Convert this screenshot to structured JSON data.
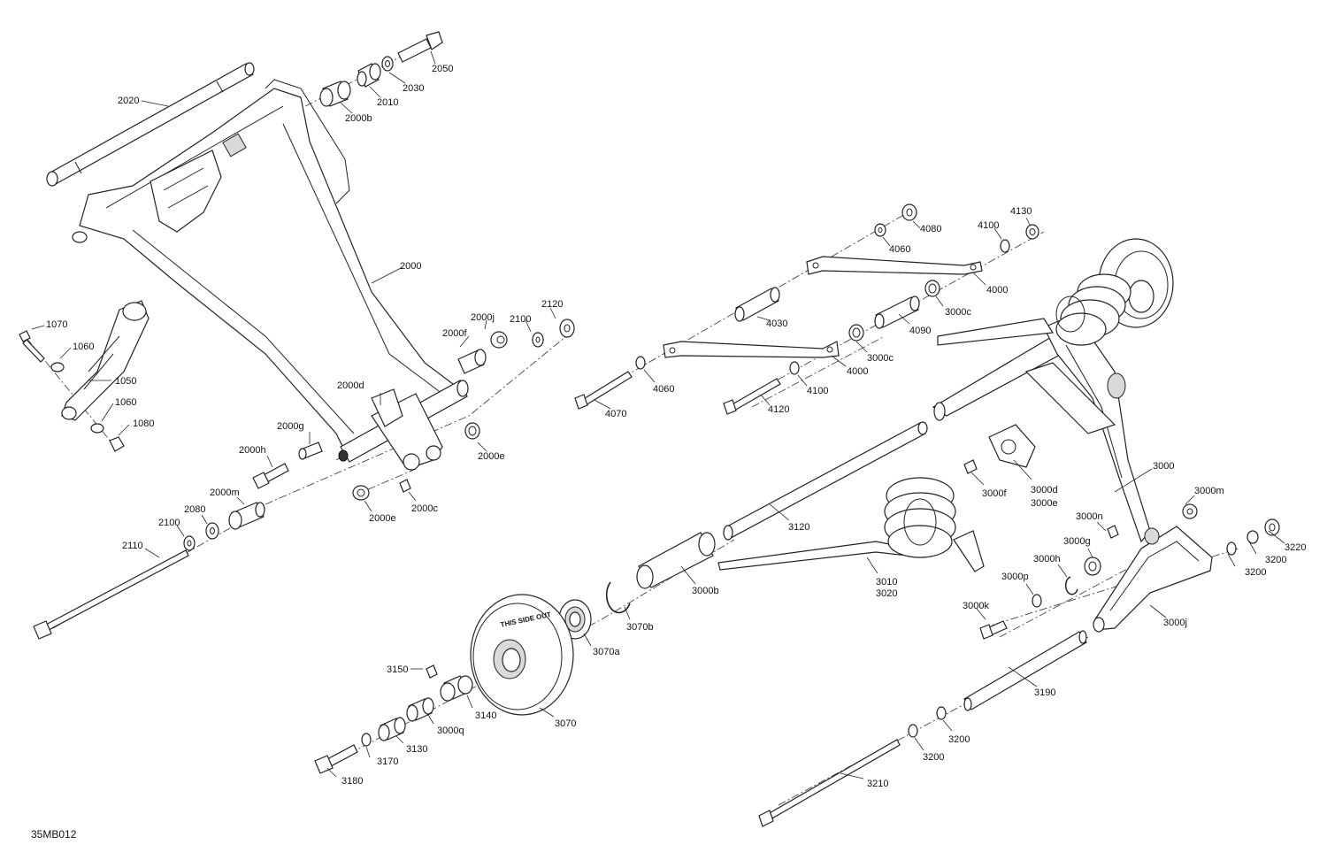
{
  "figure_id": "35MB012",
  "label_decal": "THIS SIDE OUT",
  "parts": [
    {
      "id": "p2050",
      "text": "2050"
    },
    {
      "id": "p2030",
      "text": "2030"
    },
    {
      "id": "p2010",
      "text": "2010"
    },
    {
      "id": "p2000b",
      "text": "2000b"
    },
    {
      "id": "p2020",
      "text": "2020"
    },
    {
      "id": "p2000",
      "text": "2000"
    },
    {
      "id": "p2000j",
      "text": "2000j"
    },
    {
      "id": "p2100a",
      "text": "2100"
    },
    {
      "id": "p2120",
      "text": "2120"
    },
    {
      "id": "p2000f",
      "text": "2000f"
    },
    {
      "id": "p1070",
      "text": "1070"
    },
    {
      "id": "p1060a",
      "text": "1060"
    },
    {
      "id": "p1050",
      "text": "1050"
    },
    {
      "id": "p1060b",
      "text": "1060"
    },
    {
      "id": "p1080",
      "text": "1080"
    },
    {
      "id": "p2000d",
      "text": "2000d"
    },
    {
      "id": "p2000g",
      "text": "2000g"
    },
    {
      "id": "p2000h",
      "text": "2000h"
    },
    {
      "id": "p2000e1",
      "text": "2000e"
    },
    {
      "id": "p2000e2",
      "text": "2000e"
    },
    {
      "id": "p2000c",
      "text": "2000c"
    },
    {
      "id": "p2000m",
      "text": "2000m"
    },
    {
      "id": "p2080",
      "text": "2080"
    },
    {
      "id": "p2100b",
      "text": "2100"
    },
    {
      "id": "p2110",
      "text": "2110"
    },
    {
      "id": "p4080",
      "text": "4080"
    },
    {
      "id": "p4130",
      "text": "4130"
    },
    {
      "id": "p4100a",
      "text": "4100"
    },
    {
      "id": "p4060a",
      "text": "4060"
    },
    {
      "id": "p4000a",
      "text": "4000"
    },
    {
      "id": "p3000c1",
      "text": "3000c"
    },
    {
      "id": "p4030",
      "text": "4030"
    },
    {
      "id": "p4090",
      "text": "4090"
    },
    {
      "id": "p3000c2",
      "text": "3000c"
    },
    {
      "id": "p4000b",
      "text": "4000"
    },
    {
      "id": "p4100b",
      "text": "4100"
    },
    {
      "id": "p4060b",
      "text": "4060"
    },
    {
      "id": "p4070",
      "text": "4070"
    },
    {
      "id": "p4120",
      "text": "4120"
    },
    {
      "id": "p3000",
      "text": "3000"
    },
    {
      "id": "p3000f",
      "text": "3000f"
    },
    {
      "id": "p3000d",
      "text": "3000d"
    },
    {
      "id": "p3000e",
      "text": "3000e"
    },
    {
      "id": "p3000m",
      "text": "3000m"
    },
    {
      "id": "p3000n",
      "text": "3000n"
    },
    {
      "id": "p3000g",
      "text": "3000g"
    },
    {
      "id": "p3220",
      "text": "3220"
    },
    {
      "id": "p3200a",
      "text": "3200"
    },
    {
      "id": "p3200b",
      "text": "3200"
    },
    {
      "id": "p3000h",
      "text": "3000h"
    },
    {
      "id": "p3000p",
      "text": "3000p"
    },
    {
      "id": "p3000k",
      "text": "3000k"
    },
    {
      "id": "p3000j",
      "text": "3000j"
    },
    {
      "id": "p3120",
      "text": "3120"
    },
    {
      "id": "p3010",
      "text": "3010"
    },
    {
      "id": "p3020",
      "text": "3020"
    },
    {
      "id": "p3000b",
      "text": "3000b"
    },
    {
      "id": "p3070b",
      "text": "3070b"
    },
    {
      "id": "p3070a",
      "text": "3070a"
    },
    {
      "id": "p3070",
      "text": "3070"
    },
    {
      "id": "p3150",
      "text": "3150"
    },
    {
      "id": "p3140",
      "text": "3140"
    },
    {
      "id": "p3000q",
      "text": "3000q"
    },
    {
      "id": "p3130",
      "text": "3130"
    },
    {
      "id": "p3170",
      "text": "3170"
    },
    {
      "id": "p3180",
      "text": "3180"
    },
    {
      "id": "p3190",
      "text": "3190"
    },
    {
      "id": "p3200c",
      "text": "3200"
    },
    {
      "id": "p3200d",
      "text": "3200"
    },
    {
      "id": "p3210",
      "text": "3210"
    }
  ]
}
